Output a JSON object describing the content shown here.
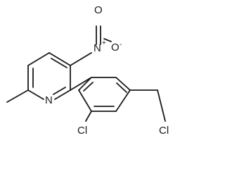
{
  "molecule": {
    "atoms": {
      "pyridine_n": "N",
      "nitro_n": "N",
      "nitro_plus": "+",
      "nitro_o_top": "O",
      "nitro_o_right": "O",
      "nitro_minus": "-",
      "cl_ortho": "Cl",
      "cl_para": "Cl"
    }
  }
}
